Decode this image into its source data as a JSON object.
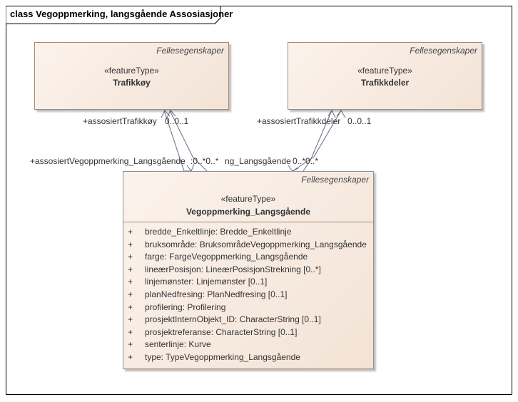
{
  "diagram_title": "class Vegoppmerking, langsgående Assosiasjoner",
  "classes": {
    "trafikkoy": {
      "package": "Fellesegenskaper",
      "stereotype": "«featureType»",
      "name": "Trafikkøy"
    },
    "trafikkdeler": {
      "package": "Fellesegenskaper",
      "stereotype": "«featureType»",
      "name": "Trafikkdeler"
    },
    "vegoppmerking": {
      "package": "Fellesegenskaper",
      "stereotype": "«featureType»",
      "name": "Vegoppmerking_Langsgående",
      "attributes": [
        {
          "vis": "+",
          "text": "bredde_Enkeltlinje: Bredde_Enkeltlinje"
        },
        {
          "vis": "+",
          "text": "bruksområde: BruksområdeVegoppmerking_Langsgående"
        },
        {
          "vis": "+",
          "text": "farge: FargeVegoppmerking_Langsgående"
        },
        {
          "vis": "+",
          "text": "lineærPosisjon: LineærPosisjonStrekning [0..*]"
        },
        {
          "vis": "+",
          "text": "linjemønster: Linjemønster [0..1]"
        },
        {
          "vis": "+",
          "text": "planNedfresing: PlanNedfresing [0..1]"
        },
        {
          "vis": "+",
          "text": "profilering: Profilering"
        },
        {
          "vis": "+",
          "text": "prosjektInternObjekt_ID: CharacterString [0..1]"
        },
        {
          "vis": "+",
          "text": "prosjektreferanse: CharacterString [0..1]"
        },
        {
          "vis": "+",
          "text": "senterlinje: Kurve"
        },
        {
          "vis": "+",
          "text": "type: TypeVegoppmerking_Langsgående"
        }
      ]
    }
  },
  "labels": {
    "assoc_trafikkoy": "+assosiertTrafikkøy",
    "mult_trafikkoy": "0..0..1",
    "assoc_trafikkdeler": "+assosiertTrafikkdeler",
    "mult_trafikkdeler": "0..0..1",
    "assoc_vegoppmerking": "+assosiertVegoppmerking_Langsgående",
    "mult_vegoppmerking_left": ":0..*0..*",
    "assoc_vegoppmerking_partial": "ng_Langsgående",
    "mult_vegoppmerking_right": "0..*0..*"
  }
}
